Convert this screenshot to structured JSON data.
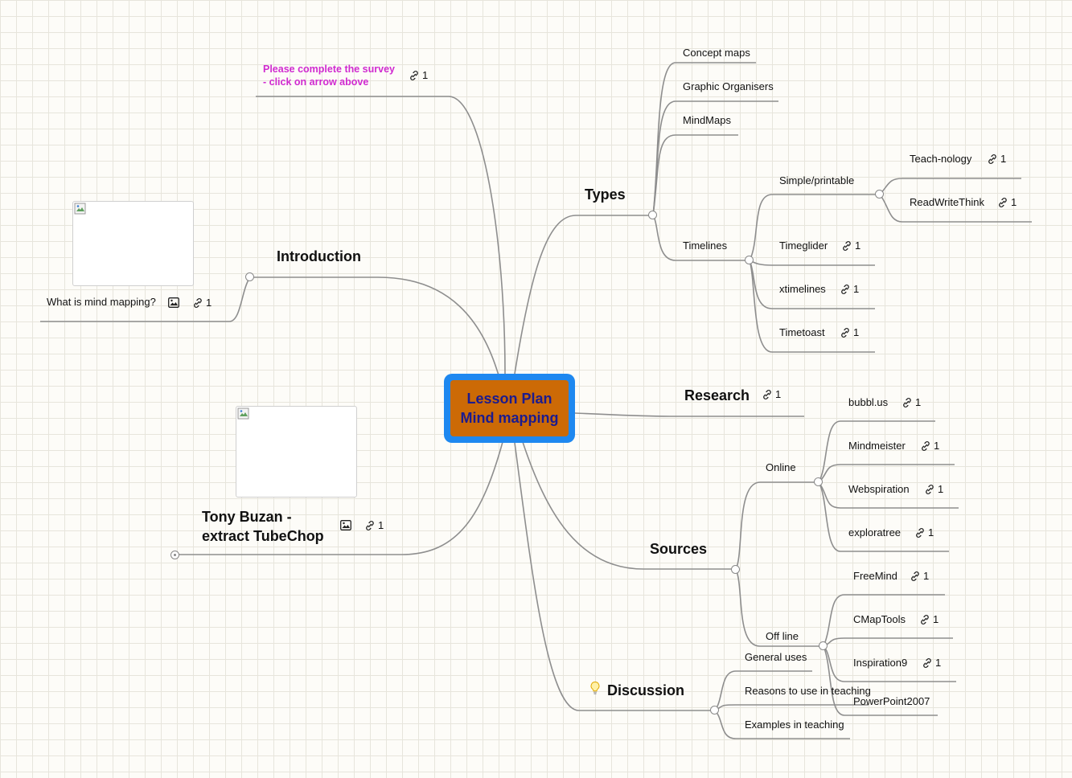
{
  "center": {
    "line1": "Lesson Plan",
    "line2": "Mind mapping"
  },
  "survey": {
    "line1": "Please complete the survey",
    "line2": "- click on arrow above",
    "links": "1"
  },
  "introduction": {
    "label": "Introduction",
    "child": {
      "label": "What is mind mapping?",
      "links": "1"
    }
  },
  "tony": {
    "line1": "Tony Buzan -",
    "line2": "extract TubeChop",
    "links": "1"
  },
  "types": {
    "label": "Types",
    "concept_maps": "Concept maps",
    "graphic_organisers": "Graphic Organisers",
    "mindmaps": "MindMaps",
    "timelines": {
      "label": "Timelines",
      "simple": {
        "label": "Simple/printable",
        "teachnology": {
          "label": "Teach-nology",
          "links": "1"
        },
        "readwritethink": {
          "label": "ReadWriteThink",
          "links": "1"
        }
      },
      "timeglider": {
        "label": "Timeglider",
        "links": "1"
      },
      "xtimelines": {
        "label": "xtimelines",
        "links": "1"
      },
      "timetoast": {
        "label": "Timetoast",
        "links": "1"
      }
    }
  },
  "research": {
    "label": "Research",
    "links": "1"
  },
  "sources": {
    "label": "Sources",
    "online": {
      "label": "Online",
      "bubbl": {
        "label": "bubbl.us",
        "links": "1"
      },
      "mindmeister": {
        "label": "Mindmeister",
        "links": "1"
      },
      "webspiration": {
        "label": "Webspiration",
        "links": "1"
      },
      "exploratree": {
        "label": "exploratree",
        "links": "1"
      }
    },
    "offline": {
      "label": "Off line",
      "freemind": {
        "label": "FreeMind",
        "links": "1"
      },
      "cmaptools": {
        "label": "CMapTools",
        "links": "1"
      },
      "inspiration9": {
        "label": "Inspiration9",
        "links": "1"
      },
      "powerpoint": {
        "label": "PowerPoint2007"
      }
    }
  },
  "discussion": {
    "label": "Discussion",
    "general_uses": "General uses",
    "reasons": "Reasons to use in teaching",
    "examples": "Examples in teaching"
  },
  "colors": {
    "center_border": "#1e88f0",
    "center_fill": "#cc6a06",
    "center_text": "#1b1b8f",
    "survey_text": "#d02ad0",
    "connector": "#8e8e8e"
  }
}
